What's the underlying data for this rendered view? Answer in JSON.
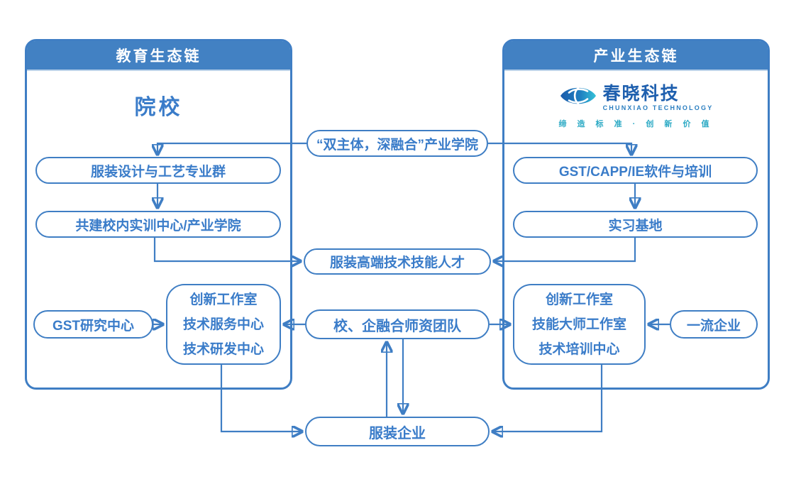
{
  "colors": {
    "primary_blue": "#3f7ec4",
    "header_bg": "#4281c3",
    "text_blue": "#3a7cc9",
    "logo_dark_blue": "#1e5fae",
    "logo_teal": "#2aa9c4"
  },
  "left_panel": {
    "header": "教育生态链",
    "title": "院校",
    "box_major_group": "服装设计与工艺专业群",
    "box_training_center": "共建校内实训中心/产业学院",
    "box_gst_research": "GST研究中心",
    "centers_lines": [
      "创新工作室",
      "技术服务中心",
      "技术研发中心"
    ]
  },
  "right_panel": {
    "header": "产业生态链",
    "logo": {
      "name_cn": "春晓科技",
      "name_en": "CHUNXIAO TECHNOLOGY",
      "tagline": "缔 造 标 准 · 创 新 价 值"
    },
    "box_software_training": "GST/CAPP/IE软件与培训",
    "box_internship_base": "实习基地",
    "box_first_class_enterprise": "一流企业",
    "centers_lines": [
      "创新工作室",
      "技能大师工作室",
      "技术培训中心"
    ]
  },
  "middle": {
    "box_industry_college": "“双主体，深融合”产业学院",
    "box_talents": "服装高端技术技能人才",
    "box_teacher_team": "校、企融合师资团队",
    "box_garment_enterprise": "服装企业"
  }
}
